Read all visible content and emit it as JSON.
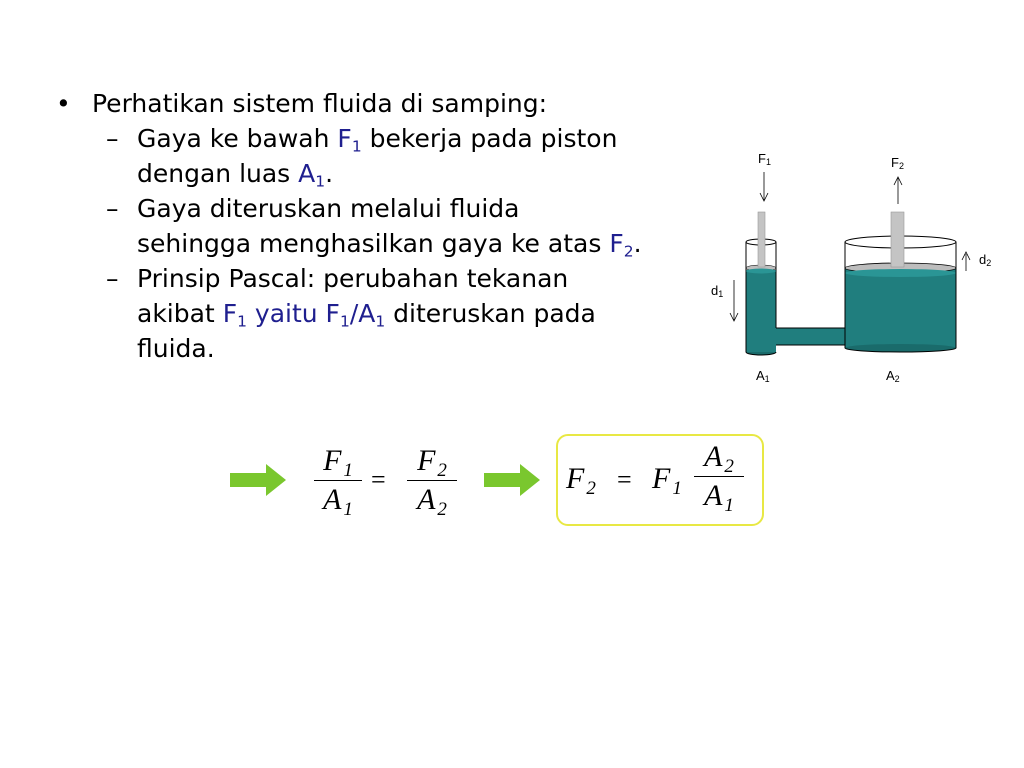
{
  "bullets": {
    "main": "Perhatikan sistem fluida di samping:",
    "sub1": {
      "line1_pre": "Gaya ke bawah ",
      "line1_var": "F",
      "line1_sub": "1",
      "line1_post": " bekerja pada piston",
      "line2_pre": "dengan luas ",
      "line2_var": "A",
      "line2_sub": "1",
      "line2_post": "."
    },
    "sub2": {
      "line1": "Gaya diteruskan melalui fluida",
      "line2_pre": "sehingga menghasilkan gaya ke atas ",
      "line2_var": "F",
      "line2_sub": "2",
      "line2_post": "."
    },
    "sub3": {
      "line1": "Prinsip Pascal: perubahan tekanan",
      "line2_pre": "akibat ",
      "line2_var1": "F",
      "line2_sub1": "1",
      "line2_mid": " yaitu F",
      "line2_sub2": "1",
      "line2_slash": "/A",
      "line2_sub3": "1",
      "line2_post": "  diteruskan pada",
      "line3": "fluida."
    }
  },
  "markers": {
    "bullet": "•",
    "dash": "–"
  },
  "figure": {
    "labels": {
      "f1": {
        "base": "F",
        "sub": "1"
      },
      "f2": {
        "base": "F",
        "sub": "2"
      },
      "d1": {
        "base": "d",
        "sub": "1"
      },
      "d2": {
        "base": "d",
        "sub": "2"
      },
      "a1": {
        "base": "A",
        "sub": "1"
      },
      "a2": {
        "base": "A",
        "sub": "2"
      }
    },
    "colors": {
      "fluid": "#207e7e",
      "fluid_top": "#2a9595",
      "piston": "#c4c4c4",
      "outline": "#000000"
    }
  },
  "formula1": {
    "left": {
      "num_base": "F",
      "num_sub": "1",
      "den_base": "A",
      "den_sub": "1"
    },
    "equals": "=",
    "right": {
      "num_base": "F",
      "num_sub": "2",
      "den_base": "A",
      "den_sub": "2"
    }
  },
  "formula2": {
    "lhs_base": "F",
    "lhs_sub": "2",
    "equals": "=",
    "coef_base": "F",
    "coef_sub": "1",
    "frac": {
      "num_base": "A",
      "num_sub": "2",
      "den_base": "A",
      "den_sub": "1"
    }
  },
  "colors": {
    "arrow": "#7ac72e",
    "box_border": "#e8e844",
    "highlight": "#1f1f8f"
  }
}
